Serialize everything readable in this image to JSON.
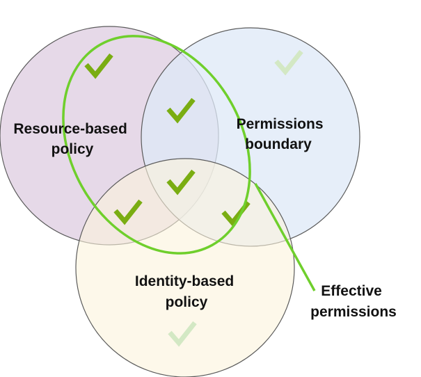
{
  "diagram": {
    "labels": {
      "resource_line1": "Resource-based",
      "resource_line2": "policy",
      "boundary_line1": "Permissions",
      "boundary_line2": "boundary",
      "identity_line1": "Identity-based",
      "identity_line2": "policy",
      "effective_line1": "Effective",
      "effective_line2": "permissions"
    },
    "colors": {
      "resource_fill": "#e3d5e6",
      "boundary_fill": "#dde8f7",
      "identity_fill": "#fbf4dc",
      "circle_stroke": "#5a5a5a",
      "effective_outline": "#6fcf2c",
      "check_strong": "#7aad12",
      "check_faint": "#d3e8c4"
    }
  }
}
